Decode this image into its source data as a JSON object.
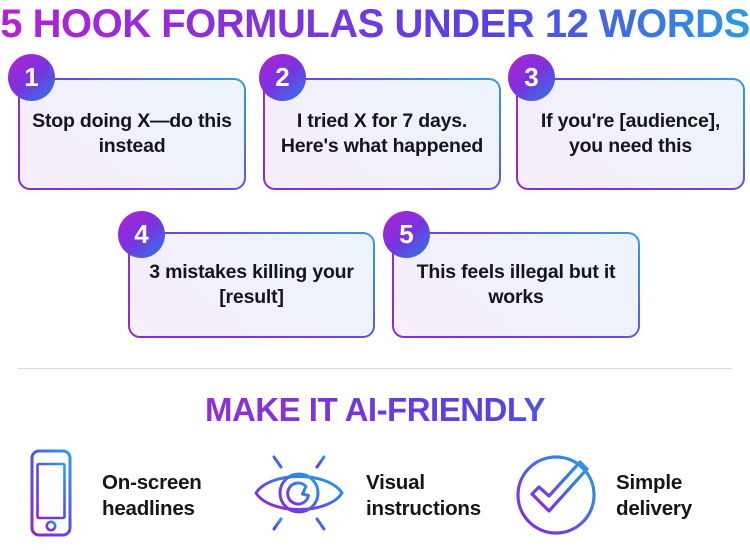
{
  "title": "5 HOOK FORMULAS UNDER 12 WORDS",
  "section_title": "MAKE IT AI-FRIENDLY",
  "colors": {
    "gradient_start": "#b521d6",
    "gradient_mid": "#7a35dd",
    "gradient_end": "#2e9ae0",
    "text": "#16161a",
    "card_fill_start": "#f6eef9",
    "card_fill_end": "#edf4fc",
    "divider": "#d9d9dd",
    "badge_text": "#ffffff"
  },
  "cards": [
    {
      "number": "1",
      "text": "Stop doing X—do this instead"
    },
    {
      "number": "2",
      "text": "I tried X for 7 days. Here's what happened"
    },
    {
      "number": "3",
      "text": "If you're [audience], you need this"
    },
    {
      "number": "4",
      "text": "3 mistakes killing your [result]"
    },
    {
      "number": "5",
      "text": "This feels illegal but it works"
    }
  ],
  "features": [
    {
      "icon": "smartphone-icon",
      "label": "On-screen\nheadlines"
    },
    {
      "icon": "eye-icon",
      "label": "Visual\ninstructions"
    },
    {
      "icon": "check-circle-icon",
      "label": "Simple\ndelivery"
    }
  ]
}
